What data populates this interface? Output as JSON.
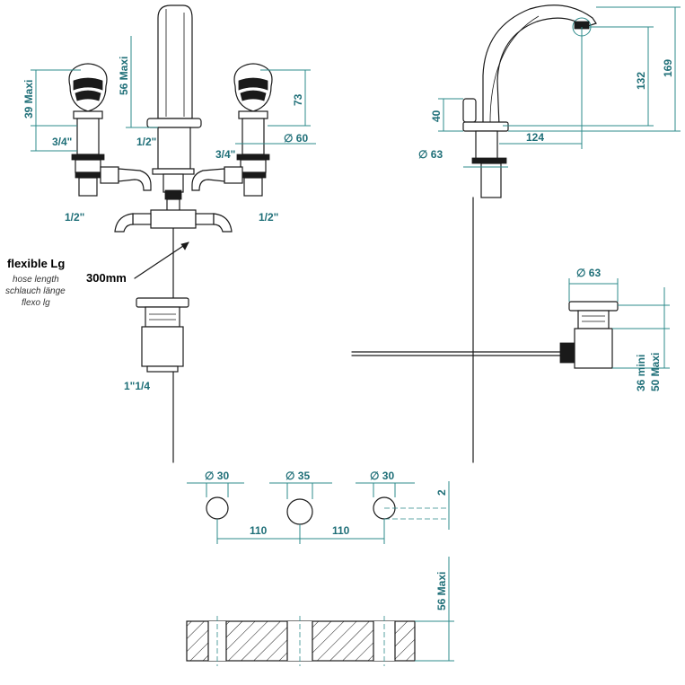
{
  "front_view": {
    "handle_left_height": "39 Maxi",
    "spout_height": "56 Maxi",
    "handle_right_height": "73",
    "handle_diameter": "∅ 60",
    "thread_left_top": "3/4\"",
    "thread_spout": "1/2\"",
    "thread_right_top": "3/4\"",
    "thread_left_bottom": "1/2\"",
    "thread_right_bottom": "1/2\"",
    "waste_thread": "1\"1/4",
    "hose_title": "flexible Lg",
    "hose_sub_1": "hose length",
    "hose_sub_2": "schlauch länge",
    "hose_sub_3": "flexo lg",
    "hose_length": "300mm"
  },
  "side_view": {
    "spout_height_total": "169",
    "spout_outlet_height": "132",
    "spout_reach": "124",
    "base_height": "40",
    "base_diameter": "∅ 63",
    "waste_diameter": "∅ 63",
    "waste_height_min": "36 mini",
    "waste_height_max": "50 Maxi"
  },
  "hole_plan": {
    "left_hole": "∅ 30",
    "center_hole": "∅ 35",
    "right_hole": "∅ 30",
    "spacing_left": "110",
    "spacing_right": "110",
    "offset": "2"
  },
  "deck_section": {
    "thickness": "56 Maxi"
  }
}
